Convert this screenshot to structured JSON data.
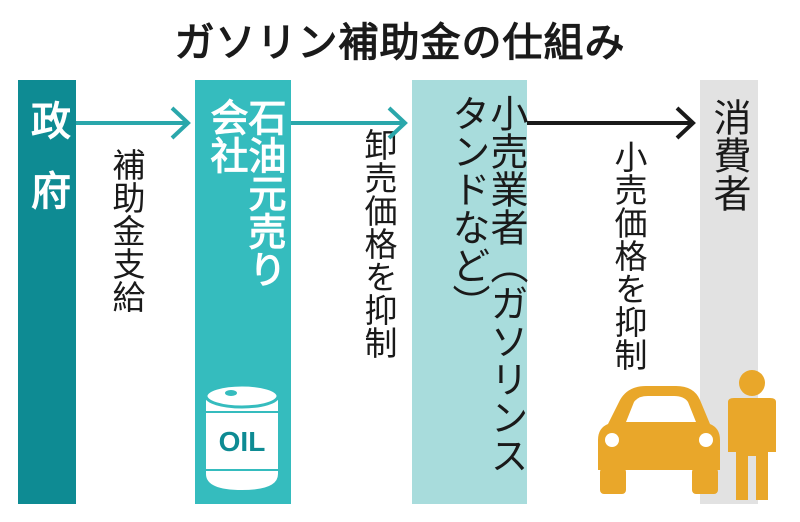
{
  "title": "ガソリン補助金の仕組み",
  "entities": {
    "government": "政府",
    "wholesaler": "石油元売り会社",
    "retailer": "小売業者（ガソリンスタンドなど）",
    "consumer": "消費者"
  },
  "flows": {
    "subsidy": "補助金支給",
    "wholesale_price": "卸売価格を抑制",
    "retail_price": "小売価格を抑制"
  },
  "oil_label": "OIL",
  "colors": {
    "government": "#0e8b93",
    "wholesaler": "#35bcbe",
    "retailer": "#a8dcdc",
    "consumer": "#e2e2e2",
    "arrow_teal": "#2aa7ab",
    "arrow_dark": "#1a1a1a",
    "illustration": "#e9a72a"
  }
}
